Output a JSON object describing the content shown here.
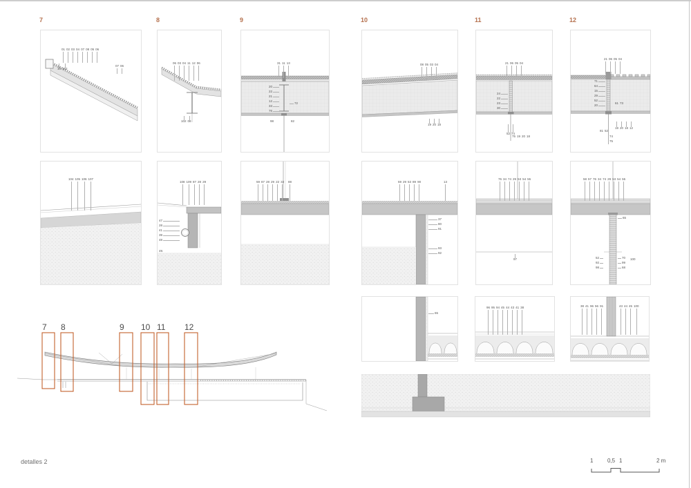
{
  "page": {
    "title": "detalles 2"
  },
  "colors": {
    "accent": "#c2602c",
    "panel_label": "#b5714e"
  },
  "panels": {
    "d7": {
      "label": "7",
      "top": [
        "01",
        "02",
        "03",
        "04",
        "07",
        "08",
        "05",
        "06"
      ],
      "mid": [
        "07",
        "06"
      ],
      "under": [
        "10",
        "102"
      ]
    },
    "d8": {
      "label": "8",
      "top": [
        "06",
        "03",
        "04",
        "11",
        "12",
        "06"
      ],
      "under": [
        "102",
        "08"
      ]
    },
    "d9": {
      "label": "9",
      "top": [
        "31",
        "11",
        "13"
      ],
      "left": [
        "20",
        "22",
        "21",
        "12",
        "33",
        "76"
      ],
      "right": [
        "72"
      ],
      "b1": [
        "98"
      ],
      "b2": [
        "82"
      ]
    },
    "d10": {
      "label": "10",
      "top": [
        "08",
        "05",
        "03",
        "04"
      ],
      "bottom": [
        "19",
        "20",
        "18"
      ]
    },
    "d11": {
      "label": "11",
      "top": [
        "21",
        "06",
        "05",
        "04"
      ],
      "left": [
        "24",
        "22",
        "23",
        "30"
      ],
      "bottom": [
        "52",
        "74"
      ],
      "bottom2": [
        "75",
        "19",
        "20",
        "18"
      ]
    },
    "d12": {
      "label": "12",
      "top": [
        "21",
        "06",
        "05",
        "04"
      ],
      "left": [
        "71",
        "64",
        "15",
        "29",
        "52",
        "20"
      ],
      "mid": [
        "61",
        "73"
      ],
      "bottom": [
        "19",
        "20",
        "18",
        "12"
      ],
      "bottom2": [
        "81",
        "52"
      ],
      "bottom3": [
        "74",
        "75"
      ]
    },
    "d7b": {
      "top": [
        "104",
        "105",
        "106",
        "107"
      ]
    },
    "d8b": {
      "top": [
        "108",
        "109",
        "87",
        "28",
        "29"
      ],
      "left": [
        "47",
        "28",
        "41",
        "39",
        "48"
      ],
      "corner": [
        "49."
      ]
    },
    "d9b": {
      "top": [
        "59",
        "87",
        "28",
        "29",
        "22",
        "33"
      ],
      "right": [
        "88"
      ]
    },
    "d10b": {
      "top": [
        "59",
        "29",
        "53",
        "89",
        "90"
      ],
      "top2": [
        "13"
      ],
      "right": [
        "37",
        "80",
        "91"
      ],
      "right2": [
        "93",
        "92"
      ]
    },
    "d11b": {
      "top": [
        "76",
        "34",
        "74",
        "29",
        "53",
        "54",
        "55"
      ],
      "bottom": [
        "97"
      ]
    },
    "d12b": {
      "top": [
        "58",
        "57",
        "76",
        "34",
        "74",
        "29",
        "53",
        "54",
        "55"
      ],
      "right": [
        "65"
      ],
      "bl": [
        "52",
        "92",
        "98"
      ],
      "br": [
        "70",
        "99",
        "68"
      ],
      "bf": [
        "100"
      ]
    },
    "d10c": {
      "right": [
        "65"
      ]
    },
    "d11c": {
      "top": [
        "96",
        "95",
        "94",
        "45",
        "44",
        "43",
        "41",
        "38"
      ]
    },
    "d12c": {
      "top": [
        "38",
        "41",
        "96",
        "56",
        "91"
      ],
      "top2": [
        "43",
        "44",
        "45",
        "100"
      ]
    }
  },
  "section": {
    "markers": [
      "7",
      "8",
      "9",
      "10",
      "11",
      "12"
    ]
  },
  "scalebar": {
    "ticks": [
      "1",
      "0,5",
      "1",
      "2 m"
    ]
  }
}
